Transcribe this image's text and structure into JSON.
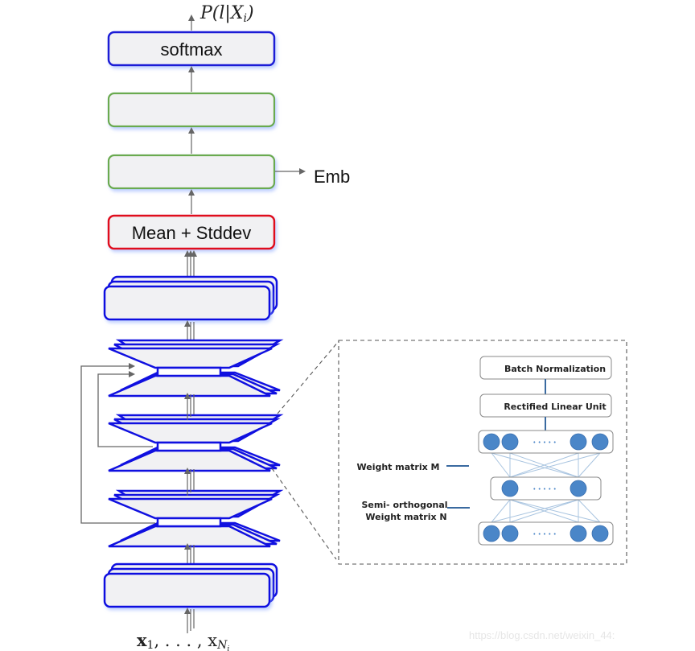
{
  "diagram": {
    "title": "x-vector DNN architecture with TDNN-F layers",
    "output_label": "P(l|X",
    "output_label_sub": "i",
    "output_label_close": ")",
    "input_label_x1": "x",
    "input_label_sub1": "1",
    "input_label_mid": ", . . . , x",
    "input_label_subN": "N",
    "input_label_subNi": "i",
    "softmax_label": "softmax",
    "pooling_label": "Mean + Stddev",
    "embedding_label": "Emb",
    "colors": {
      "softmax_border": "#1a1ad6",
      "dense_border": "#6aaa50",
      "pooling_border": "#e0101e",
      "frame_border": "#1010e0",
      "box_fill": "#f1f1f3",
      "arrow": "#666666",
      "neuron": "#4a86c8",
      "dashed": "#555555"
    },
    "detail": {
      "batch_norm_label": "Batch Normalization",
      "relu_label": "Rectified Linear Unit",
      "weight_m_label": "Weight matrix M",
      "weight_n_label_line1": "Semi- orthogonal",
      "weight_n_label_line2": "Weight matrix N",
      "ellipsis": "• • • • •"
    },
    "watermark": "https://blog.csdn.net/weixin_44:"
  }
}
